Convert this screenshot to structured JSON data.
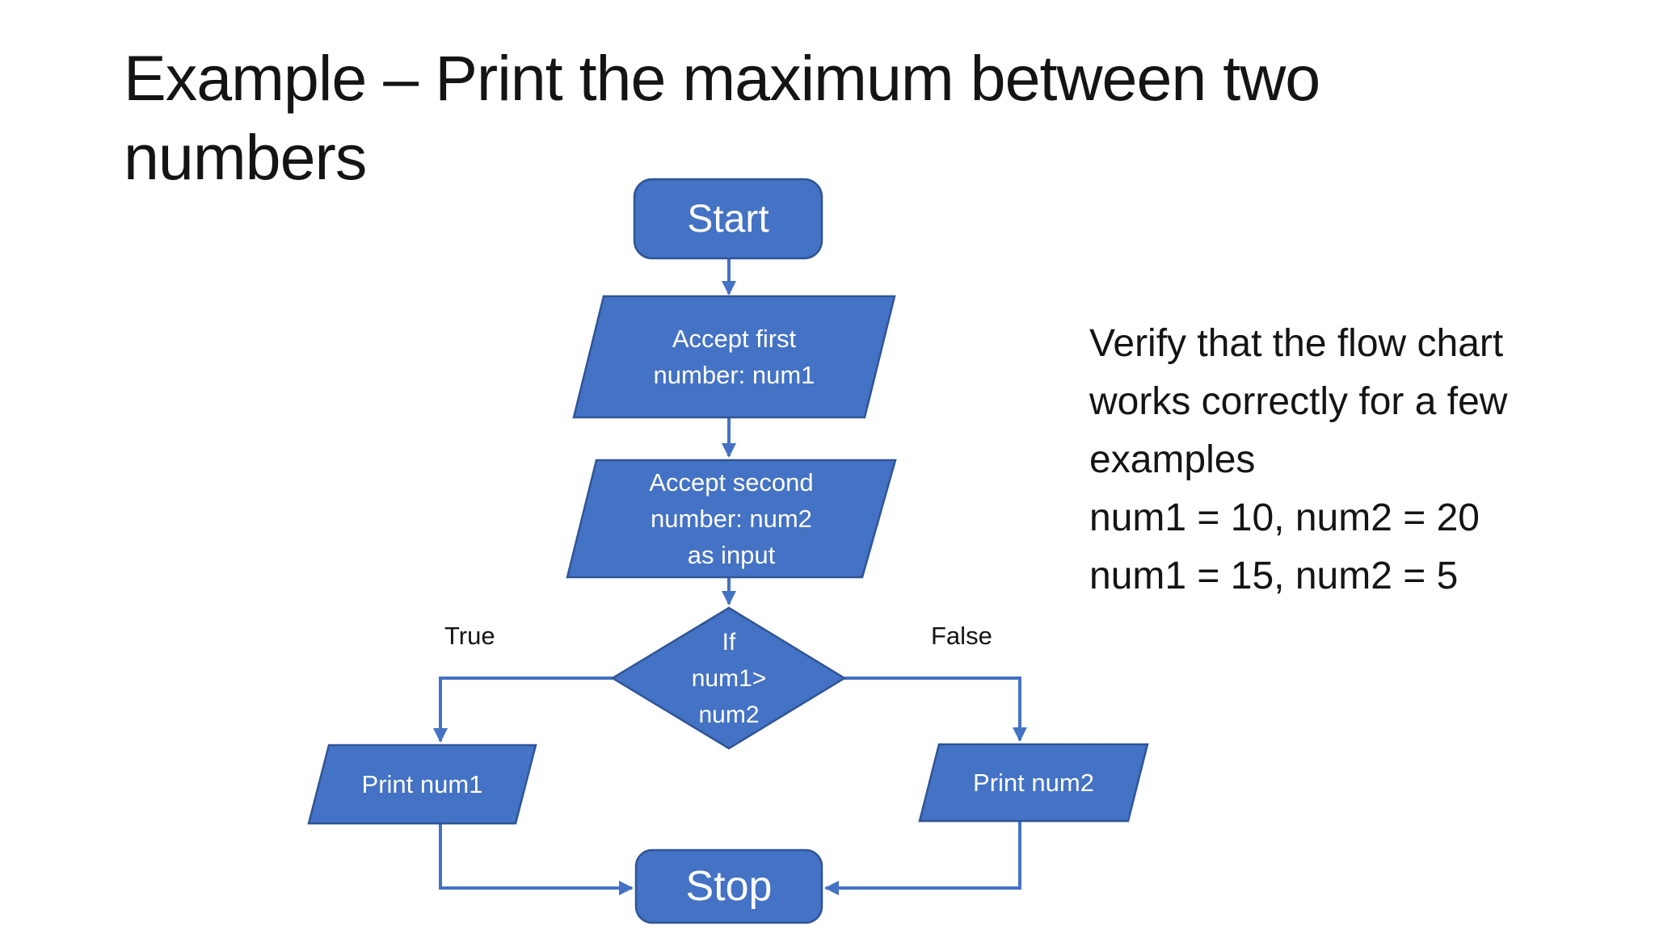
{
  "slide": {
    "title": {
      "line1": "Example – Print the maximum between two",
      "line2": "numbers"
    },
    "note": {
      "lines": [
        "Verify that the flow chart",
        "works correctly for a few",
        "examples",
        "num1 = 10, num2 = 20",
        "num1 = 15, num2 = 5"
      ]
    }
  },
  "flowchart": {
    "start": {
      "label": "Start"
    },
    "input1": {
      "lines": [
        "Accept first",
        "number: num1"
      ]
    },
    "input2": {
      "lines": [
        "Accept second",
        "number: num2",
        "as input"
      ]
    },
    "decision": {
      "lines": [
        "If",
        "num1>",
        "num2"
      ]
    },
    "branch_true": {
      "label": "True"
    },
    "branch_false": {
      "label": "False"
    },
    "print1": {
      "label": "Print num1"
    },
    "print2": {
      "label": "Print num2"
    },
    "stop": {
      "label": "Stop"
    }
  },
  "colors": {
    "shape_fill": "#4472C4",
    "shape_border": "#2F5597",
    "connector_color": "#4472C4",
    "shape_text": "#FFFFFF",
    "text_color": "#141414",
    "background": "#FFFFFF"
  }
}
